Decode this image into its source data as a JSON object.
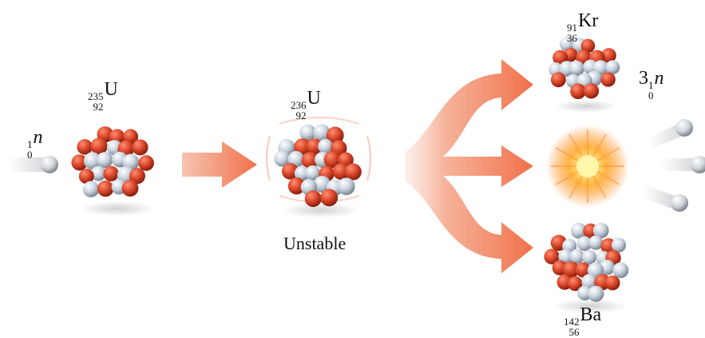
{
  "labels": {
    "neutron_in": {
      "mass": "1",
      "atomic": "0",
      "symbol": "n"
    },
    "u235": {
      "mass": "235",
      "atomic": "92",
      "symbol": "U"
    },
    "u236": {
      "mass": "236",
      "atomic": "92",
      "symbol": "U"
    },
    "kr91": {
      "mass": "91",
      "atomic": "36",
      "symbol": "Kr"
    },
    "ba142": {
      "mass": "142",
      "atomic": "56",
      "symbol": "Ba"
    },
    "neutrons_out": {
      "coefficient": "3",
      "mass": "1",
      "atomic": "0",
      "symbol": "n"
    }
  },
  "captions": {
    "unstable": "Unstable"
  },
  "colors": {
    "arrow": "#f0714a",
    "proton": "#d9462a",
    "neutron": "#c9d3de",
    "flash_core": "#fff27a",
    "flash_glow": "#ff8a2a"
  }
}
